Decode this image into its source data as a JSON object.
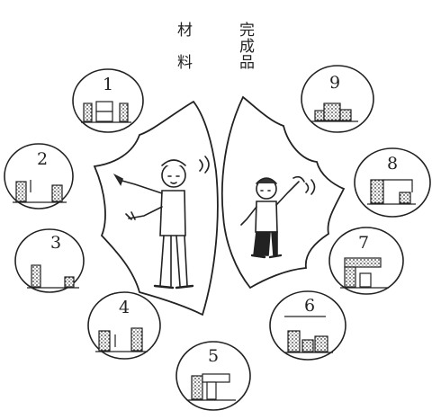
{
  "labels": {
    "material_line1": "材",
    "material_line2": "料",
    "finished_line1": "完",
    "finished_line2": "成",
    "finished_line3": "品"
  },
  "steps": [
    {
      "number": "1",
      "icon": "blocks-step1-icon"
    },
    {
      "number": "2",
      "icon": "blocks-step2-icon"
    },
    {
      "number": "3",
      "icon": "blocks-step3-icon"
    },
    {
      "number": "4",
      "icon": "blocks-step4-icon"
    },
    {
      "number": "5",
      "icon": "blocks-step5-icon"
    },
    {
      "number": "6",
      "icon": "blocks-step6-icon"
    },
    {
      "number": "7",
      "icon": "blocks-step7-icon"
    },
    {
      "number": "8",
      "icon": "blocks-step8-icon"
    },
    {
      "number": "9",
      "icon": "blocks-step9-icon"
    }
  ],
  "figures": {
    "left": "instructor-pointing-icon",
    "right": "child-waving-icon"
  },
  "colors": {
    "ink": "#222222",
    "paper": "#ffffff",
    "block": "#444444"
  }
}
